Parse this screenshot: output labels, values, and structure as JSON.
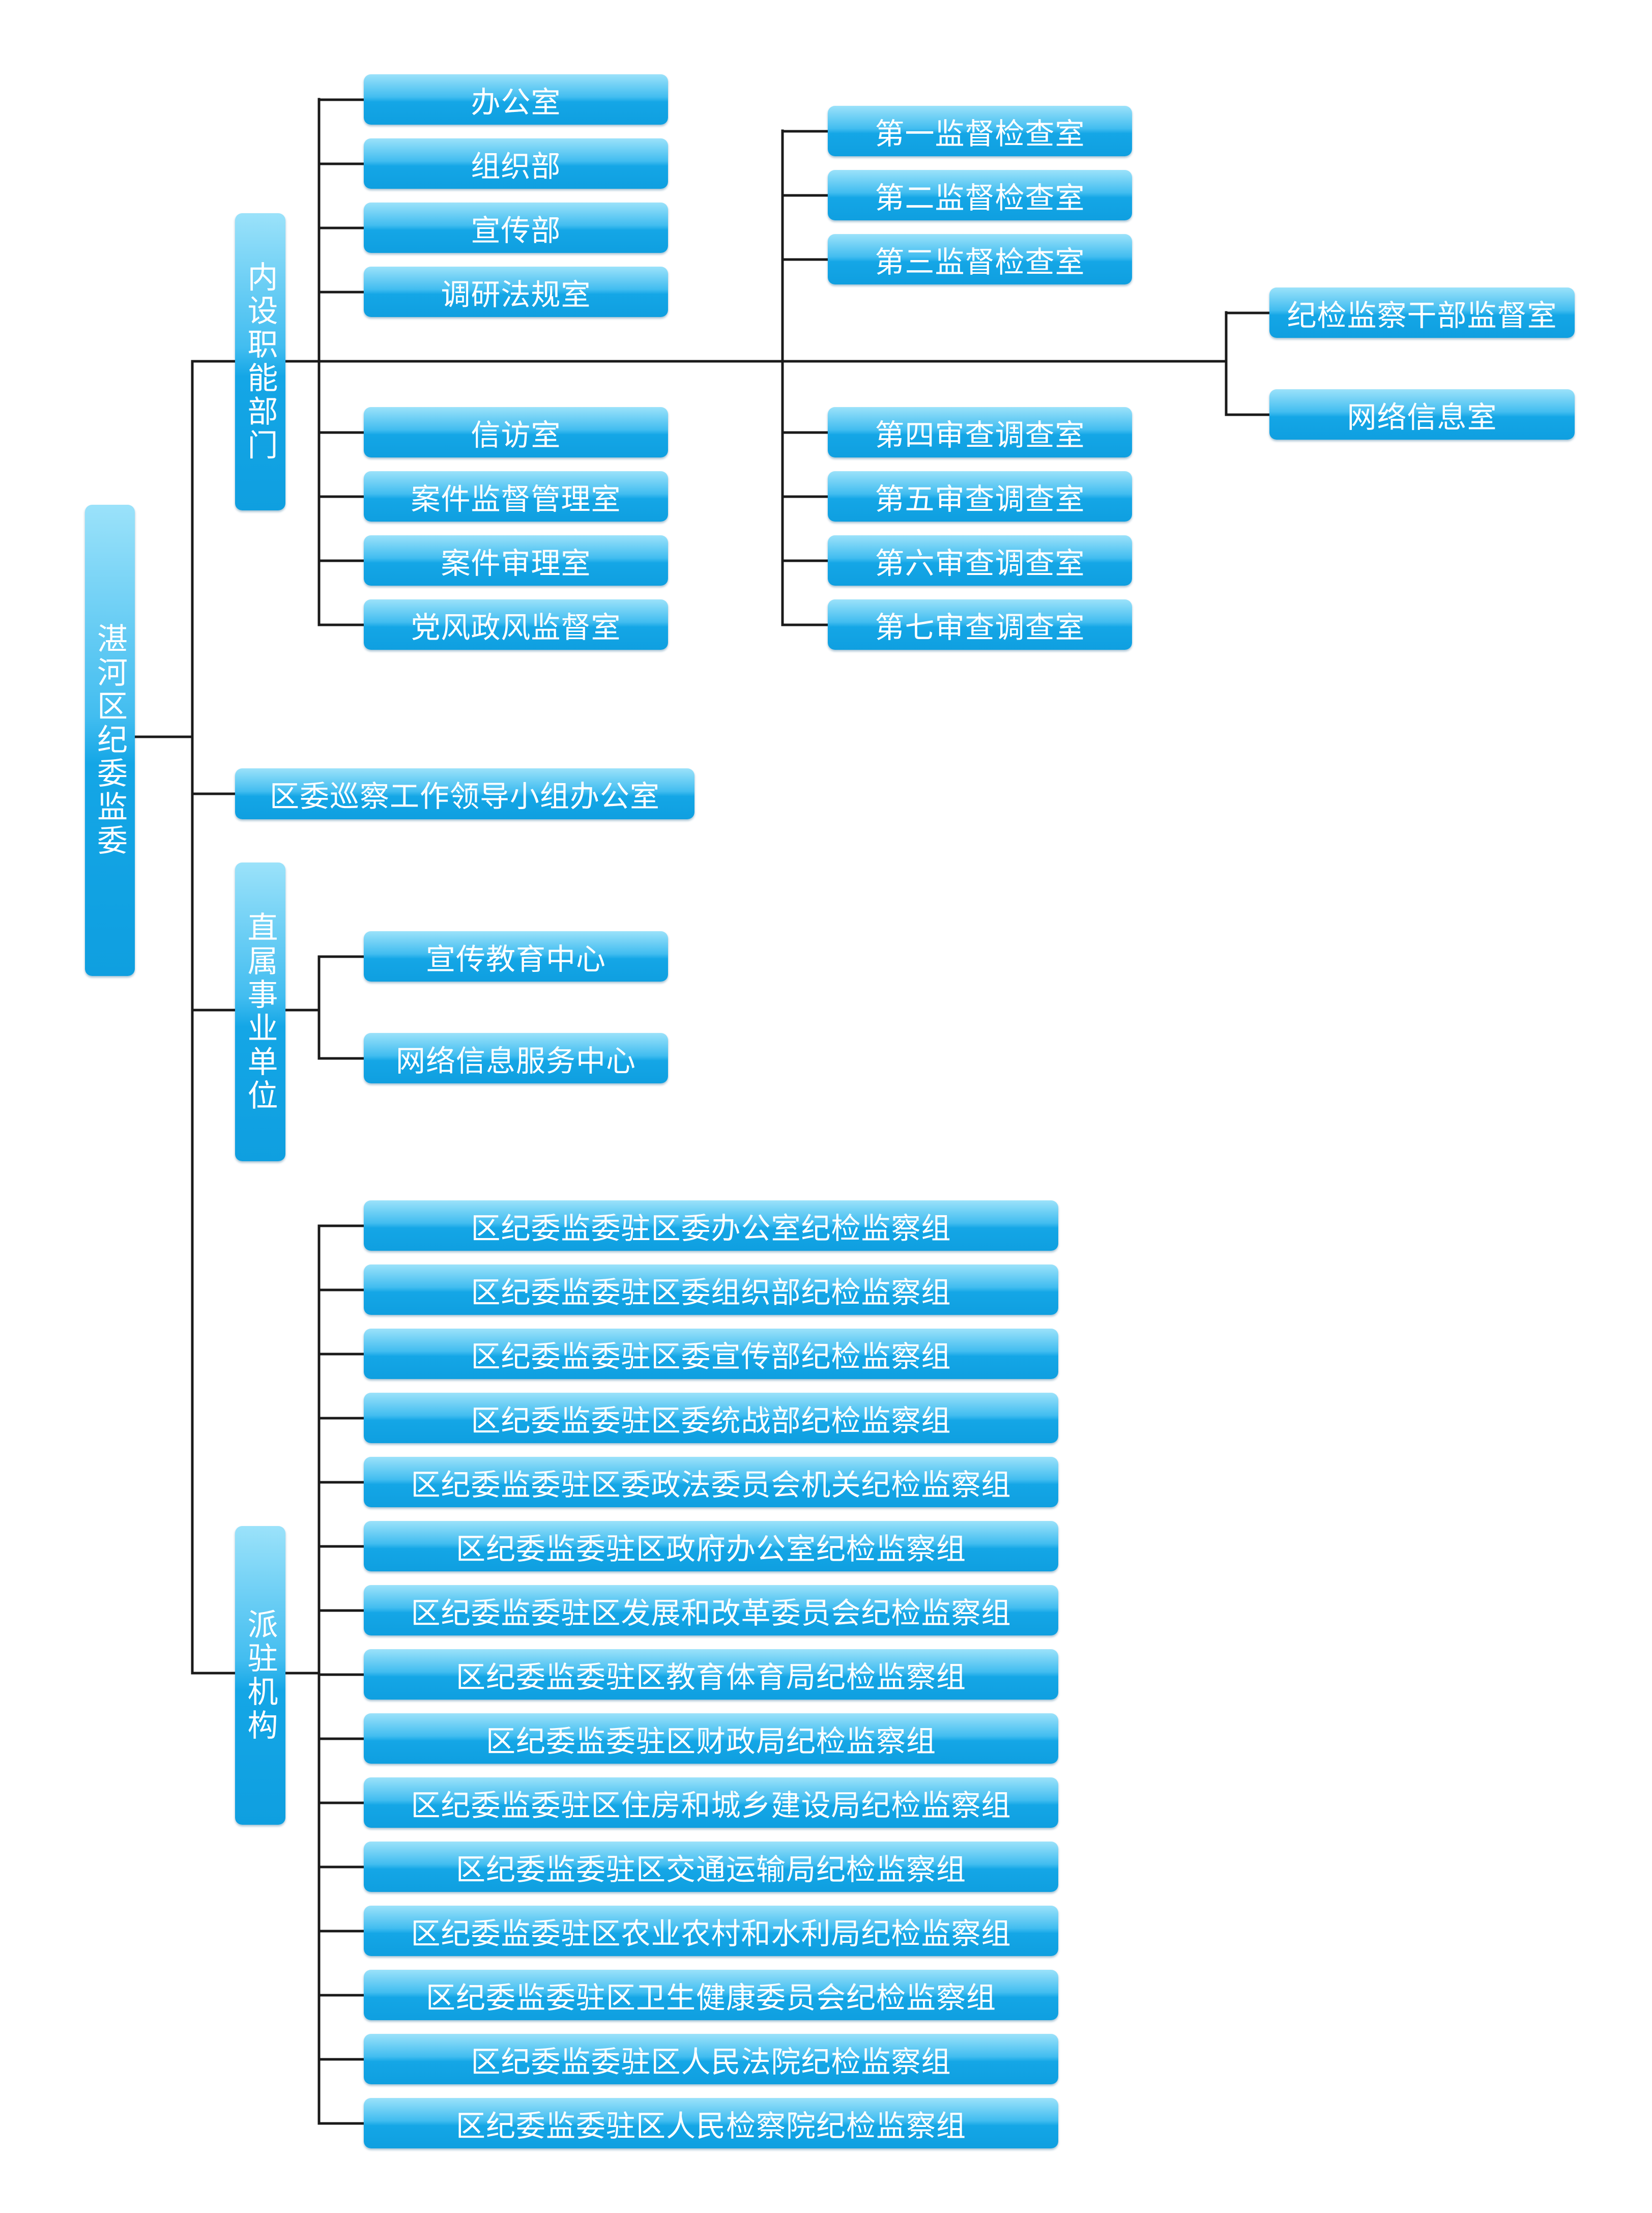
{
  "root": "湛河区纪委监委",
  "internal": {
    "label": "内设职能部门",
    "col1": [
      "办公室",
      "组织部",
      "宣传部",
      "调研法规室",
      "信访室",
      "案件监督管理室",
      "案件审理室",
      "党风政风监督室"
    ],
    "col2": [
      "第一监督检查室",
      "第二监督检查室",
      "第三监督检查室",
      "第四审查调查室",
      "第五审查调查室",
      "第六审查调查室",
      "第七审查调查室"
    ],
    "col3": [
      "纪检监察干部监督室",
      "网络信息室"
    ]
  },
  "inspection_office": "区委巡察工作领导小组办公室",
  "institutions": {
    "label": "直属事业单位",
    "items": [
      "宣传教育中心",
      "网络信息服务中心"
    ]
  },
  "stationed": {
    "label": "派驻机构",
    "items": [
      "区纪委监委驻区委办公室纪检监察组",
      "区纪委监委驻区委组织部纪检监察组",
      "区纪委监委驻区委宣传部纪检监察组",
      "区纪委监委驻区委统战部纪检监察组",
      "区纪委监委驻区委政法委员会机关纪检监察组",
      "区纪委监委驻区政府办公室纪检监察组",
      "区纪委监委驻区发展和改革委员会纪检监察组",
      "区纪委监委驻区教育体育局纪检监察组",
      "区纪委监委驻区财政局纪检监察组",
      "区纪委监委驻区住房和城乡建设局纪检监察组",
      "区纪委监委驻区交通运输局纪检监察组",
      "区纪委监委驻区农业农村和水利局纪检监察组",
      "区纪委监委驻区卫生健康委员会纪检监察组",
      "区纪委监委驻区人民法院纪检监察组",
      "区纪委监委驻区人民检察院纪检监察组"
    ]
  }
}
